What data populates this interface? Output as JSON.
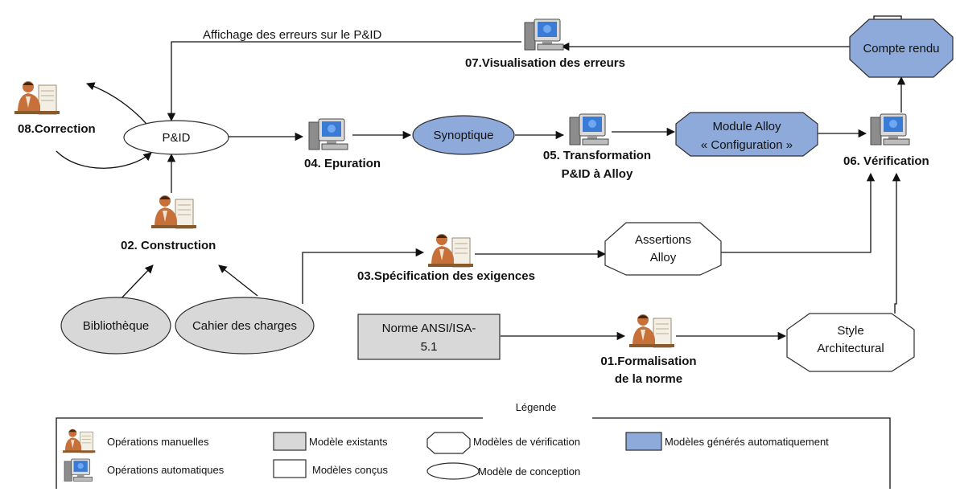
{
  "nodes": {
    "pid": "P&ID",
    "synoptique": "Synoptique",
    "module_alloy_1": "Module Alloy",
    "module_alloy_2": "« Configuration »",
    "compte_rendu": "Compte rendu",
    "assertions_1": "Assertions",
    "assertions_2": "Alloy",
    "style_1": "Style",
    "style_2": "Architectural",
    "norme_1": "Norme ANSI/ISA-",
    "norme_2": "5.1",
    "bibliotheque": "Bibliothèque",
    "cahier": "Cahier des charges"
  },
  "steps": {
    "correction": "08.Correction",
    "epuration": "04. Epuration",
    "transformation_1": "05. Transformation",
    "transformation_2": "P&ID à Alloy",
    "verification": "06. Vérification",
    "visualisation": "07.Visualisation des erreurs",
    "construction": "02. Construction",
    "specification": "03.Spécification des exigences",
    "formalisation_1": "01.Formalisation",
    "formalisation_2": "de la norme"
  },
  "edge_labels": {
    "affichage": "Affichage des erreurs sur le P&ID"
  },
  "legend": {
    "title": "Légende",
    "manual_ops": "Opérations manuelles",
    "auto_ops": "Opérations automatiques",
    "existing_models": "Modèle existants",
    "designed_models": "Modèles conçus",
    "verification_models": "Modèles de vérification",
    "design_model": "Modèle de conception",
    "auto_generated_models": "Modèles générés automatiquement"
  },
  "colors": {
    "blue_model": "#8eaadb",
    "gray_model": "#d8d8d8",
    "person_skin": "#c8703a",
    "monitor_screen": "#3a7bd5"
  },
  "icons": {
    "manual": "person-at-desk-icon",
    "automatic": "computer-icon"
  }
}
